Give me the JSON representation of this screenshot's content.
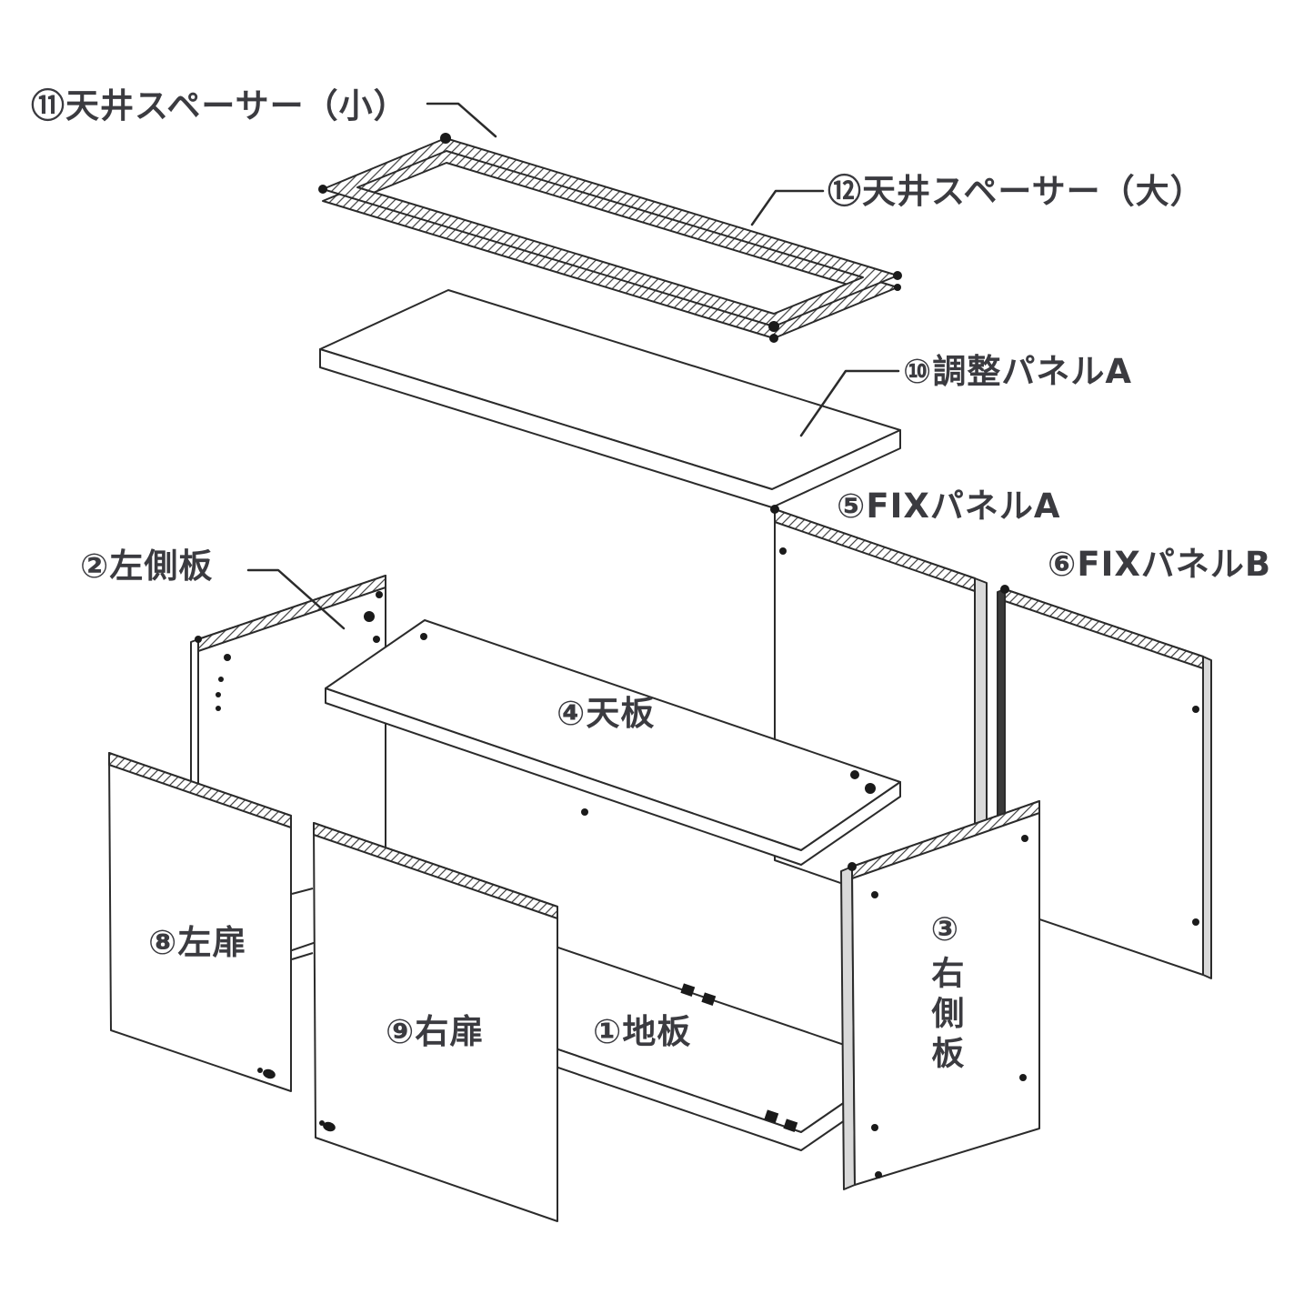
{
  "diagram": {
    "title": "cabinet exploded assembly diagram",
    "background_color": "#ffffff",
    "line_color": "#2b2b2b",
    "text_color": "#3b3b40",
    "edge_fill_color": "#d9d9d9",
    "parts": [
      {
        "number": "①",
        "name": "地板"
      },
      {
        "number": "②",
        "name": "左側板"
      },
      {
        "number": "③",
        "name": "右側板"
      },
      {
        "number": "④",
        "name": "天板"
      },
      {
        "number": "⑤",
        "name": "FIXパネルA"
      },
      {
        "number": "⑥",
        "name": "FIXパネルB"
      },
      {
        "number": "⑧",
        "name": "左扉"
      },
      {
        "number": "⑨",
        "name": "右扉"
      },
      {
        "number": "⑩",
        "name": "調整パネルA"
      },
      {
        "number": "⑪",
        "name": "天井スペーサー（小）"
      },
      {
        "number": "⑫",
        "name": "天井スペーサー（大）"
      }
    ],
    "labels": [
      {
        "id": "ceiling-spacer-small",
        "text": "⑪天井スペーサー（小）"
      },
      {
        "id": "ceiling-spacer-large",
        "text": "⑫天井スペーサー（大）"
      },
      {
        "id": "adjust-panel-a",
        "text": "⑩調整パネルA"
      },
      {
        "id": "fix-panel-a",
        "text": "⑤FIXパネルA"
      },
      {
        "id": "fix-panel-b",
        "text": "⑥FIXパネルB"
      },
      {
        "id": "left-side-panel",
        "text": "②左側板"
      },
      {
        "id": "top-board",
        "text": "④天板"
      },
      {
        "id": "left-door",
        "text": "⑧左扉"
      },
      {
        "id": "right-door",
        "text": "⑨右扉"
      },
      {
        "id": "bottom-board",
        "text": "①地板"
      },
      {
        "id": "right-side-panel",
        "text": "③右側板"
      }
    ]
  }
}
